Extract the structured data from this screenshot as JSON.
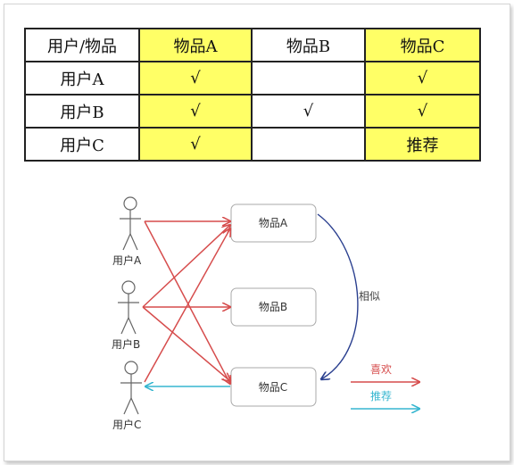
{
  "matrix": {
    "header": [
      "用户/物品",
      "物品A",
      "物品B",
      "物品C"
    ],
    "rows": [
      [
        "用户A",
        "√",
        "",
        "√"
      ],
      [
        "用户B",
        "√",
        "√",
        "√"
      ],
      [
        "用户C",
        "√",
        "",
        "推荐"
      ]
    ],
    "highlight_color": "#ffff66"
  },
  "diagram": {
    "users": [
      "用户A",
      "用户B",
      "用户C"
    ],
    "items": [
      "物品A",
      "物品B",
      "物品C"
    ],
    "similar_label": "相似",
    "legend": {
      "like_label": "喜欢",
      "recommend_label": "推荐"
    },
    "colors": {
      "like": "#d64c4c",
      "recommend": "#36b6d0",
      "similar": "#2a3f8f"
    }
  }
}
